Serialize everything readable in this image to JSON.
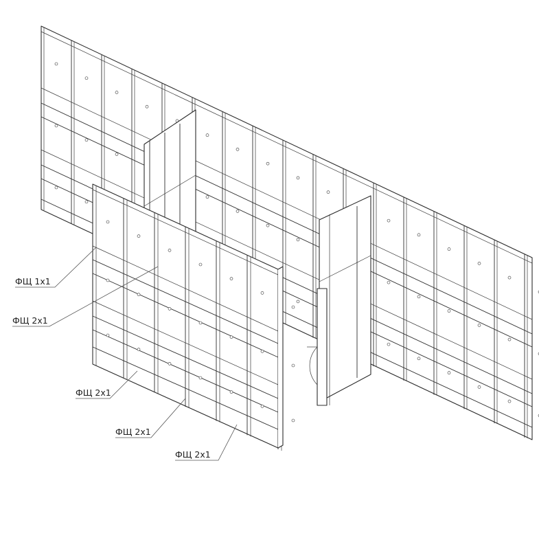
{
  "labels": [
    {
      "id": "label-1",
      "text": "ФЩ 1x1"
    },
    {
      "id": "label-2",
      "text": "ФЩ 2x1"
    },
    {
      "id": "label-3",
      "text": "ФЩ 2x1"
    },
    {
      "id": "label-4",
      "text": "ФЩ 2x1"
    },
    {
      "id": "label-5",
      "text": "ФЩ 2x1"
    }
  ]
}
